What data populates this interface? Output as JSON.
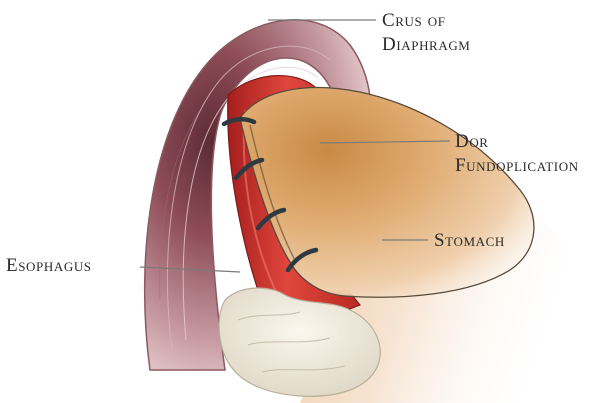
{
  "labels": {
    "crus": [
      "Crus of",
      "Diaphragm"
    ],
    "dor": [
      "Dor",
      "Fundoplication"
    ],
    "stomach": "Stomach",
    "esophagus": "Esophagus"
  },
  "colors": {
    "crus_muscle": "#b87f88",
    "esophagus": "#d33b34",
    "fundus": "#d8a160",
    "stomach_fade": "#f3dcc4",
    "suture": "#2e3a40",
    "leader_line": "#7a7a7a",
    "label_text": "#2a2a2a"
  }
}
